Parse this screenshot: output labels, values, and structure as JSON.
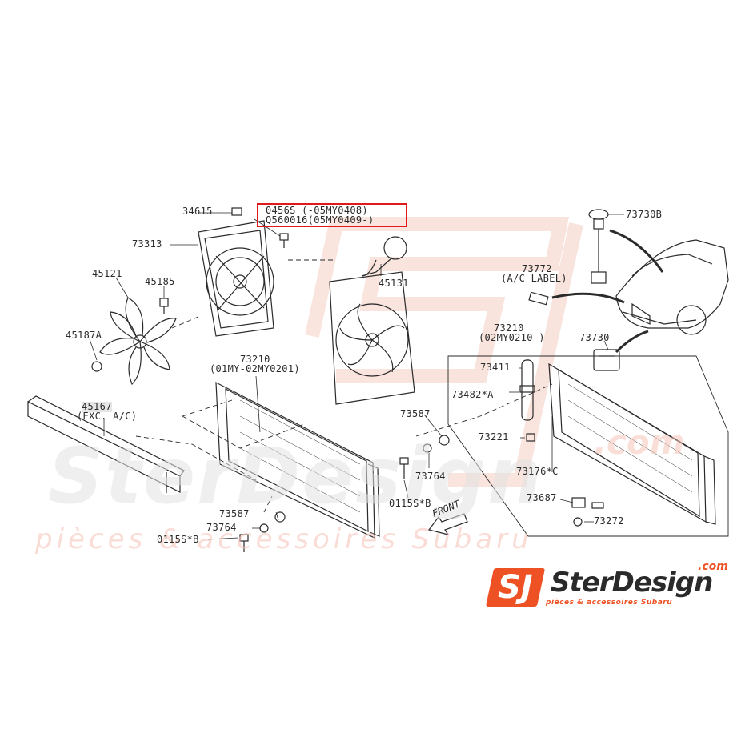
{
  "watermark": {
    "brand_big": "SterDesign",
    "brand_com": ".com",
    "tagline": "pièces & accessoires Subaru"
  },
  "logo": {
    "mark": "SJ",
    "name": "SterDesign",
    "com": ".com",
    "tagline": "pièces & accessoires Subaru"
  },
  "highlight": {
    "line1": "0456S  (-05MY0408)",
    "line2": "Q560016(05MY0409-)",
    "color": "#e01a1a"
  },
  "labels": {
    "p34615": "34615",
    "p73313": "73313",
    "p45121": "45121",
    "p45185": "45185",
    "p45187A": "45187A",
    "p45131": "45131",
    "p73210_a": "73210",
    "p73210_a_note": "(01MY-02MY0201)",
    "p45167": "45167",
    "p45167_note": "(EXC. A/C)",
    "p73587_a": "73587",
    "p73764_a": "73764",
    "p0115S_a": "0115S*B",
    "p73587_b": "73587",
    "p73764_b": "73764",
    "p0115S_b": "0115S*B",
    "p73730B": "73730B",
    "p73772": "73772",
    "p73772_note": "(A/C LABEL)",
    "p73210_b": "73210",
    "p73210_b_note": "(02MY0210-)",
    "p73730": "73730",
    "p73411": "73411",
    "p73482A": "73482*A",
    "p73221": "73221",
    "p73176C": "73176*C",
    "p73687": "73687",
    "p73272": "73272",
    "front": "FRONT"
  },
  "colors": {
    "line": "#2a2a2a",
    "accent": "#ee5224",
    "highlight": "#e01a1a"
  }
}
